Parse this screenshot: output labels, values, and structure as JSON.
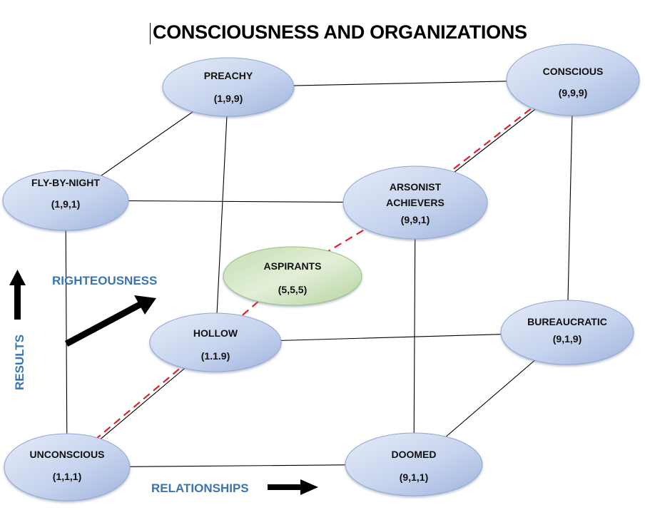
{
  "title": "CONSCIOUSNESS AND ORGANIZATIONS",
  "colors": {
    "node_fill_light": "#dde6f5",
    "node_fill_dark": "#a7b9e0",
    "aspirant_fill_light": "#e6f1dc",
    "aspirant_fill_dark": "#b6d6a0",
    "edge": "#000000",
    "diagonal_dashed": "#e0202a",
    "axis_label": "#3a74b3",
    "arrow": "#000000"
  },
  "nodes": [
    {
      "id": "preachy",
      "lines": [
        "PREACHY"
      ],
      "coords": "(1,9,9)",
      "kind": "corner"
    },
    {
      "id": "conscious",
      "lines": [
        "CONSCIOUS"
      ],
      "coords": "(9,9,9)",
      "kind": "corner"
    },
    {
      "id": "fly-by-night",
      "lines": [
        "FLY-BY-NIGHT"
      ],
      "coords": "(1,9,1)",
      "kind": "corner"
    },
    {
      "id": "arsonist-achievers",
      "lines": [
        "ARSONIST",
        "ACHIEVERS"
      ],
      "coords": "(9,9,1)",
      "kind": "corner"
    },
    {
      "id": "aspirants",
      "lines": [
        "ASPIRANTS"
      ],
      "coords": "(5,5,5)",
      "kind": "center"
    },
    {
      "id": "hollow",
      "lines": [
        "HOLLOW"
      ],
      "coords": "(1.1.9)",
      "kind": "corner"
    },
    {
      "id": "bureaucratic",
      "lines": [
        "BUREAUCRATIC"
      ],
      "coords": "(9,1,9)",
      "kind": "corner"
    },
    {
      "id": "unconscious",
      "lines": [
        "UNCONSCIOUS"
      ],
      "coords": "(1,1,1)",
      "kind": "corner"
    },
    {
      "id": "doomed",
      "lines": [
        "DOOMED"
      ],
      "coords": "(9,1,1)",
      "kind": "corner"
    }
  ],
  "edges": [
    [
      "preachy",
      "conscious"
    ],
    [
      "preachy",
      "fly-by-night"
    ],
    [
      "preachy",
      "hollow"
    ],
    [
      "conscious",
      "arsonist-achievers"
    ],
    [
      "conscious",
      "bureaucratic"
    ],
    [
      "fly-by-night",
      "arsonist-achievers"
    ],
    [
      "fly-by-night",
      "unconscious"
    ],
    [
      "arsonist-achievers",
      "doomed"
    ],
    [
      "hollow",
      "bureaucratic"
    ],
    [
      "hollow",
      "unconscious"
    ],
    [
      "bureaucratic",
      "doomed"
    ],
    [
      "unconscious",
      "doomed"
    ]
  ],
  "dashed_diagonal": [
    "unconscious",
    "hollow",
    "aspirants",
    "arsonist-achievers",
    "conscious"
  ],
  "axes": {
    "results": "RESULTS",
    "righteousness": "RIGHTEOUSNESS",
    "relationships": "RELATIONSHIPS"
  }
}
